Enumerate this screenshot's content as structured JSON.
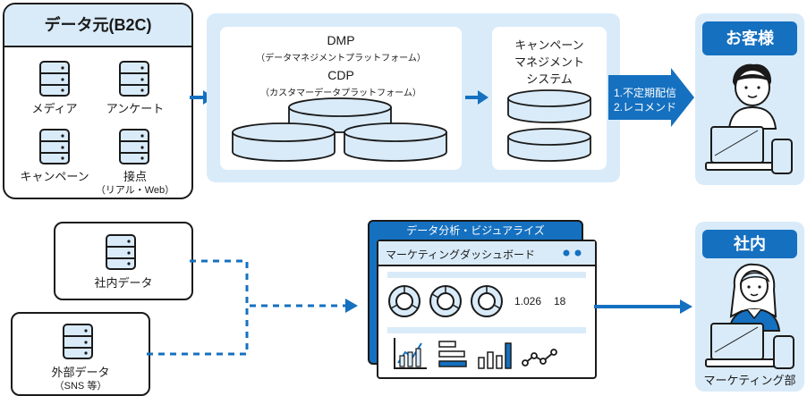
{
  "source": {
    "title": "データ元(B2C)",
    "items": [
      {
        "label": "メディア",
        "sub": ""
      },
      {
        "label": "アンケート",
        "sub": ""
      },
      {
        "label": "キャンペーン",
        "sub": ""
      },
      {
        "label": "接点",
        "sub": "（リアル・Web）"
      }
    ]
  },
  "platform": {
    "dmp_title": "DMP",
    "dmp_sub": "（データマネジメントプラットフォーム）",
    "cdp_title": "CDP",
    "cdp_sub": "（カスタマーデータプラットフォーム）"
  },
  "campaign_system": {
    "line1": "キャンペーン",
    "line2": "マネジメント",
    "line3": "システム"
  },
  "outputs": {
    "item1": "1.不定期配信",
    "item2": "2.レコメンド"
  },
  "customer": {
    "title": "お客様"
  },
  "internal_sources": {
    "internal": {
      "label": "社内データ",
      "sub": ""
    },
    "external": {
      "label": "外部データ",
      "sub": "（SNS 等）"
    }
  },
  "analytics": {
    "title": "データ分析・ビジュアライズ",
    "dashboard_title": "マーケティングダッシュボード",
    "metric1": "1.026",
    "metric2": "18"
  },
  "internal_user": {
    "title": "社内",
    "caption": "マーケティング部"
  },
  "colors": {
    "accent": "#1570c0",
    "panel": "#d9ebf9",
    "line": "#1a1a1a"
  }
}
